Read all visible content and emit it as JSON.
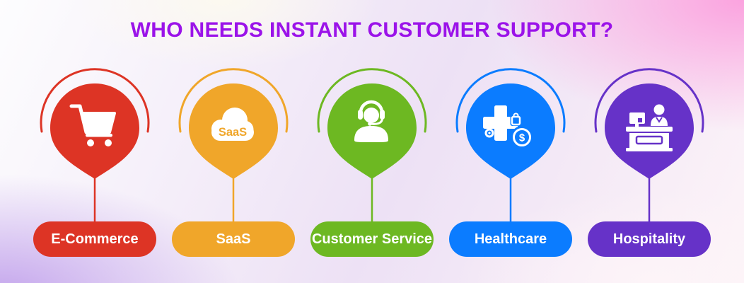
{
  "title": "WHO NEEDS INSTANT CUSTOMER SUPPORT?",
  "colors": {
    "title": "#9B13E9",
    "label_text": "#FFFFFF",
    "bg_top_left": "#FDFDFE",
    "bg_top_right": "#FBA3DF",
    "bg_bottom_left": "#C3A4EC",
    "bg_bottom_right": "#FDF4F8",
    "bg_mid": "#EDE1F5"
  },
  "items": [
    {
      "label": "E-Commerce",
      "color": "#DD3425",
      "icon": "shopping-cart"
    },
    {
      "label": "SaaS",
      "color": "#F0A62A",
      "icon": "saas-cloud",
      "icon_text": "SaaS"
    },
    {
      "label": "Customer Service",
      "color": "#6DB822",
      "icon": "headset-agent"
    },
    {
      "label": "Healthcare",
      "color": "#0B7CFF",
      "icon": "medical-cross-coin",
      "coin_symbol": "$"
    },
    {
      "label": "Hospitality",
      "color": "#6632C8",
      "icon": "reception-desk"
    }
  ]
}
